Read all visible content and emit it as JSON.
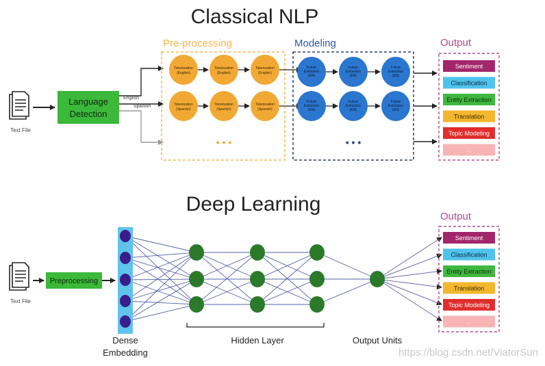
{
  "classical": {
    "title": "Classical NLP",
    "text_file_label": "Text File",
    "language_detection": [
      "Language",
      "Detection"
    ],
    "branch_english": "English",
    "branch_spanish": "Spanish",
    "preprocessing_label": "Pre-processing",
    "modeling_label": "Modeling",
    "output_label": "Output",
    "tok_english": [
      "Tokenization",
      "(English)"
    ],
    "tok_spanish": [
      "Tokenization",
      "(Spanish)"
    ],
    "feat": [
      "Future",
      "Extraction",
      "(EN)"
    ],
    "ellipsis": "• • •"
  },
  "deep": {
    "title": "Deep Learning",
    "text_file_label": "Text File",
    "preprocessing_box": "Preprocessing",
    "dense_label": [
      "Dense",
      "Embedding"
    ],
    "hidden_label": "Hidden Layer",
    "output_units_label": "Output Units",
    "output_label": "Output"
  },
  "outputs": [
    {
      "label": "Sentiment",
      "fill": "#a3266a",
      "text": "#ffffff"
    },
    {
      "label": "Classification",
      "fill": "#4fc3ec",
      "text": "#0b2a40"
    },
    {
      "label": "Entity Extraction",
      "fill": "#3fb83f",
      "text": "#0d2a0d"
    },
    {
      "label": "Translation",
      "fill": "#f3b72d",
      "text": "#3a2a00"
    },
    {
      "label": "Topic Modeling",
      "fill": "#e12d2d",
      "text": "#ffffff"
    },
    {
      "label": "...",
      "fill": "#f7b4b4",
      "text": "#ffffff"
    }
  ],
  "watermark": "https://blog.csdn.net/ViatorSun",
  "colors": {
    "green_box": "#3cb83a",
    "orange_node": "#f2a934",
    "blue_node": "#2b76cf",
    "purple_node": "#3a1d8c",
    "dark_green_node": "#2a7a2a",
    "embedding_bar": "#5fc3ec",
    "preprocess_border": "#f2b64a",
    "modeling_border": "#2b3f5a",
    "output_border": "#b04a8a"
  }
}
